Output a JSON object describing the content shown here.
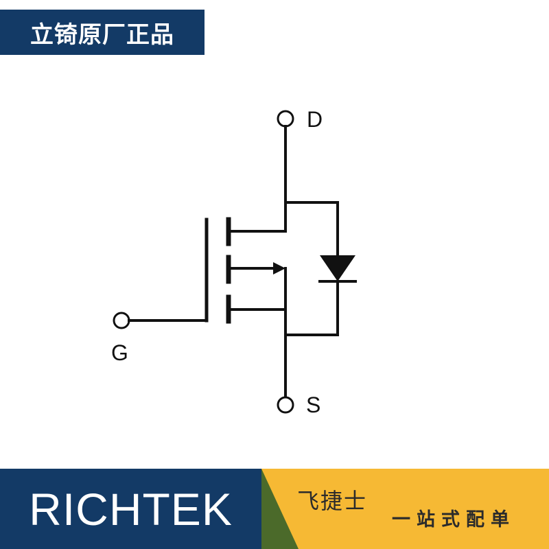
{
  "header": {
    "badge_text": "立锜原厂正品"
  },
  "schematic": {
    "pins": {
      "drain": "D",
      "gate": "G",
      "source": "S"
    }
  },
  "footer": {
    "brand": "RICHTEK",
    "tagline_primary": "飞捷士",
    "tagline_secondary": "一站式配单"
  },
  "colors": {
    "navy": "#133a66",
    "amber": "#f6b934",
    "olive": "#4b6a2a",
    "line": "#111111"
  }
}
